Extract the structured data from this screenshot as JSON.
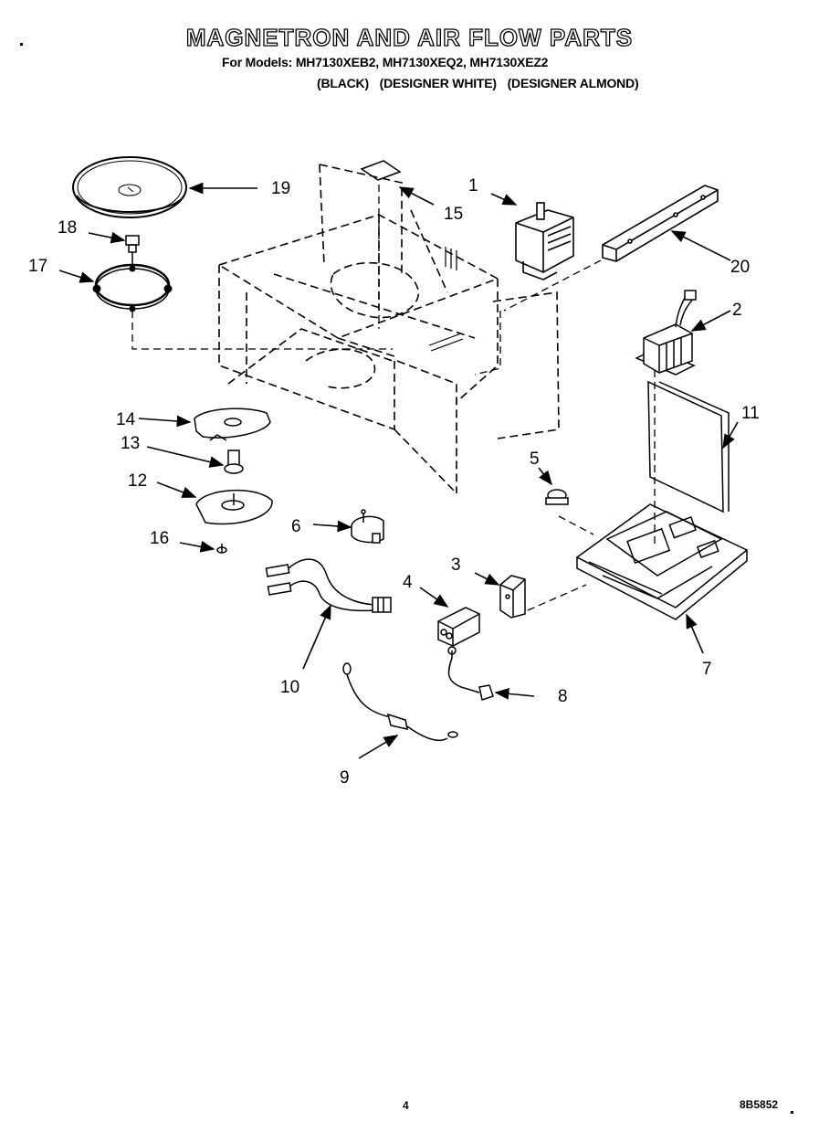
{
  "header": {
    "title": "MAGNETRON AND AIR FLOW PARTS",
    "models_line": "For Models: MH7130XEB2, MH7130XEQ2, MH7130XEZ2",
    "colors": [
      "(BLACK)",
      "(DESIGNER WHITE)",
      "(DESIGNER ALMOND)"
    ]
  },
  "callouts": {
    "c1": "1",
    "c2": "2",
    "c3": "3",
    "c4": "4",
    "c5": "5",
    "c6": "6",
    "c7": "7",
    "c8": "8",
    "c9": "9",
    "c10": "10",
    "c11": "11",
    "c12": "12",
    "c13": "13",
    "c14": "14",
    "c15": "15",
    "c16": "16",
    "c17": "17",
    "c18": "18",
    "c19": "19",
    "c20": "20"
  },
  "footer": {
    "page_number": "4",
    "doc_code": "8B5852"
  }
}
